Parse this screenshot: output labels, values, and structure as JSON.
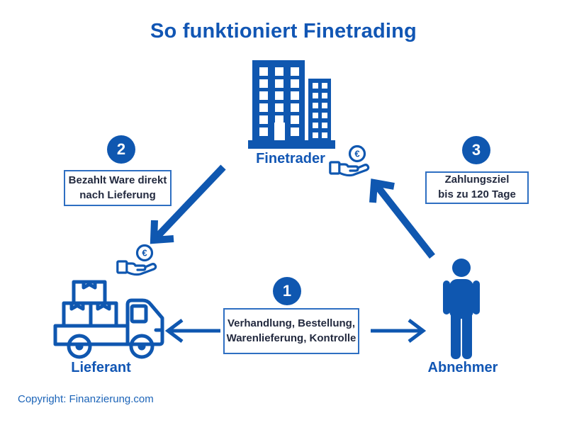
{
  "page": {
    "title": "So funktioniert Finetrading",
    "copyright": "Copyright: Finanzierung.com"
  },
  "colors": {
    "primary_blue": "#0f57b0",
    "box_border_blue": "#2e6fc2",
    "dark_text": "#232a3f",
    "background": "#ffffff"
  },
  "entities": {
    "finetrader": {
      "label": "Finetrader",
      "icon": "office-building-icon"
    },
    "lieferant": {
      "label": "Lieferant",
      "icon": "delivery-truck-icon"
    },
    "abnehmer": {
      "label": "Abnehmer",
      "icon": "person-icon"
    }
  },
  "steps": [
    {
      "number": "1",
      "lines": [
        "Verhandlung, Bestellung,",
        "Warenlieferung, Kontrolle"
      ]
    },
    {
      "number": "2",
      "lines": [
        "Bezahlt Ware direkt",
        "nach Lieferung"
      ]
    },
    {
      "number": "3",
      "lines": [
        "Zahlungsziel",
        "bis zu 120 Tage"
      ]
    }
  ],
  "icons": {
    "euro_symbol": "€"
  }
}
